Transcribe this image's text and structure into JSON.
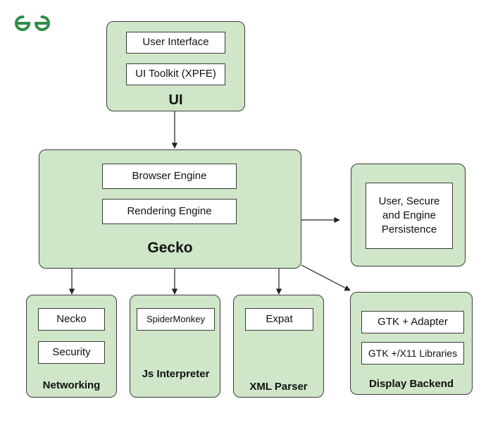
{
  "logo": {
    "icon": "gfg-logo-icon",
    "color": "#2f8d46"
  },
  "ui_group": {
    "label": "UI",
    "components": [
      "User Interface",
      "UI Toolkit (XPFE)"
    ]
  },
  "gecko_group": {
    "label": "Gecko",
    "components": [
      "Browser Engine",
      "Rendering Engine"
    ]
  },
  "persistence_group": {
    "component": "User, Secure and Engine Persistence"
  },
  "networking_group": {
    "label": "Networking",
    "components": [
      "Necko",
      "Security"
    ]
  },
  "js_group": {
    "label": "Js Interpreter",
    "component": "SpiderMonkey"
  },
  "xml_group": {
    "label": "XML Parser",
    "component": "Expat"
  },
  "display_group": {
    "label": "Display Backend",
    "components": [
      "GTK + Adapter",
      "GTK +/X11 Libraries"
    ]
  },
  "colors": {
    "group_fill": "#cfe6c8",
    "border": "#3c3c3c",
    "box_fill": "#ffffff"
  }
}
